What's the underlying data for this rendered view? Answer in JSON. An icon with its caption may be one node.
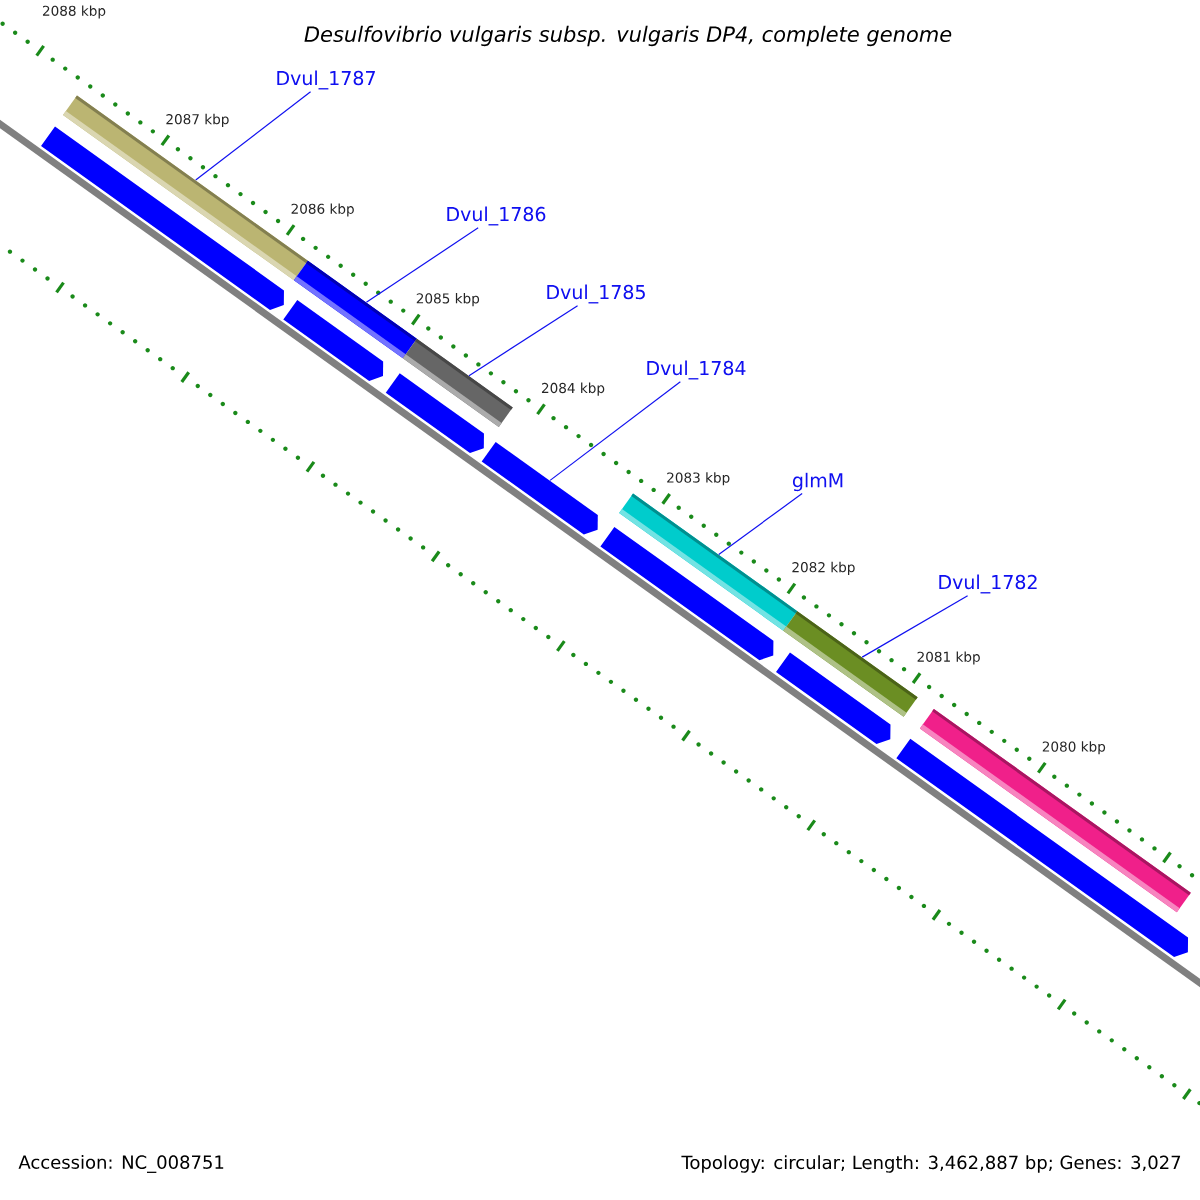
{
  "diagram": {
    "title": "Desulfovibrio vulgaris subsp. vulgaris DP4, complete genome",
    "nodes": [
      {
        "text": [
          "Dvul_1787"
        ]
      },
      {
        "text": [
          "Dvul_1786"
        ]
      },
      {
        "text": [
          "Dvul_1785"
        ]
      },
      {
        "text": [
          "Dvul_1784"
        ]
      },
      {
        "text": [
          "glmM"
        ]
      },
      {
        "text": [
          "Dvul_1782"
        ]
      },
      {
        "text": [],
        "shape": "bar"
      },
      {
        "text": [],
        "shape": "bar"
      },
      {
        "text": [],
        "shape": "bar"
      },
      {
        "text": [],
        "shape": "bar"
      },
      {
        "text": [],
        "shape": "bar"
      },
      {
        "text": [],
        "shape": "bar"
      },
      {
        "text": [],
        "shape": "bar"
      },
      {
        "text": [],
        "shape": "bar"
      },
      {
        "text": [],
        "shape": "bar"
      },
      {
        "text": [],
        "shape": "bar"
      },
      {
        "text": [],
        "shape": "bar"
      },
      {
        "text": [],
        "shape": "bar"
      },
      {
        "text": [],
        "shape": "bar"
      }
    ],
    "edges": [
      {
        "from": 0,
        "to": 6,
        "arrow": "none"
      },
      {
        "from": 1,
        "to": 7,
        "arrow": "none"
      },
      {
        "from": 2,
        "to": 8,
        "arrow": "none"
      },
      {
        "from": 3,
        "to": 15,
        "arrow": "none"
      },
      {
        "from": 4,
        "to": 9,
        "arrow": "none"
      },
      {
        "from": 5,
        "to": 10,
        "arrow": "none"
      }
    ],
    "labels": [
      "2088 kbp",
      "2087 kbp",
      "2086 kbp",
      "2085 kbp",
      "2084 kbp",
      "2083 kbp",
      "2082 kbp",
      "2081 kbp",
      "2080 kbp",
      "Accession: NC_008751",
      "Topology: circular; Length: 3,462,887 bp; Genes: 3,027"
    ]
  }
}
